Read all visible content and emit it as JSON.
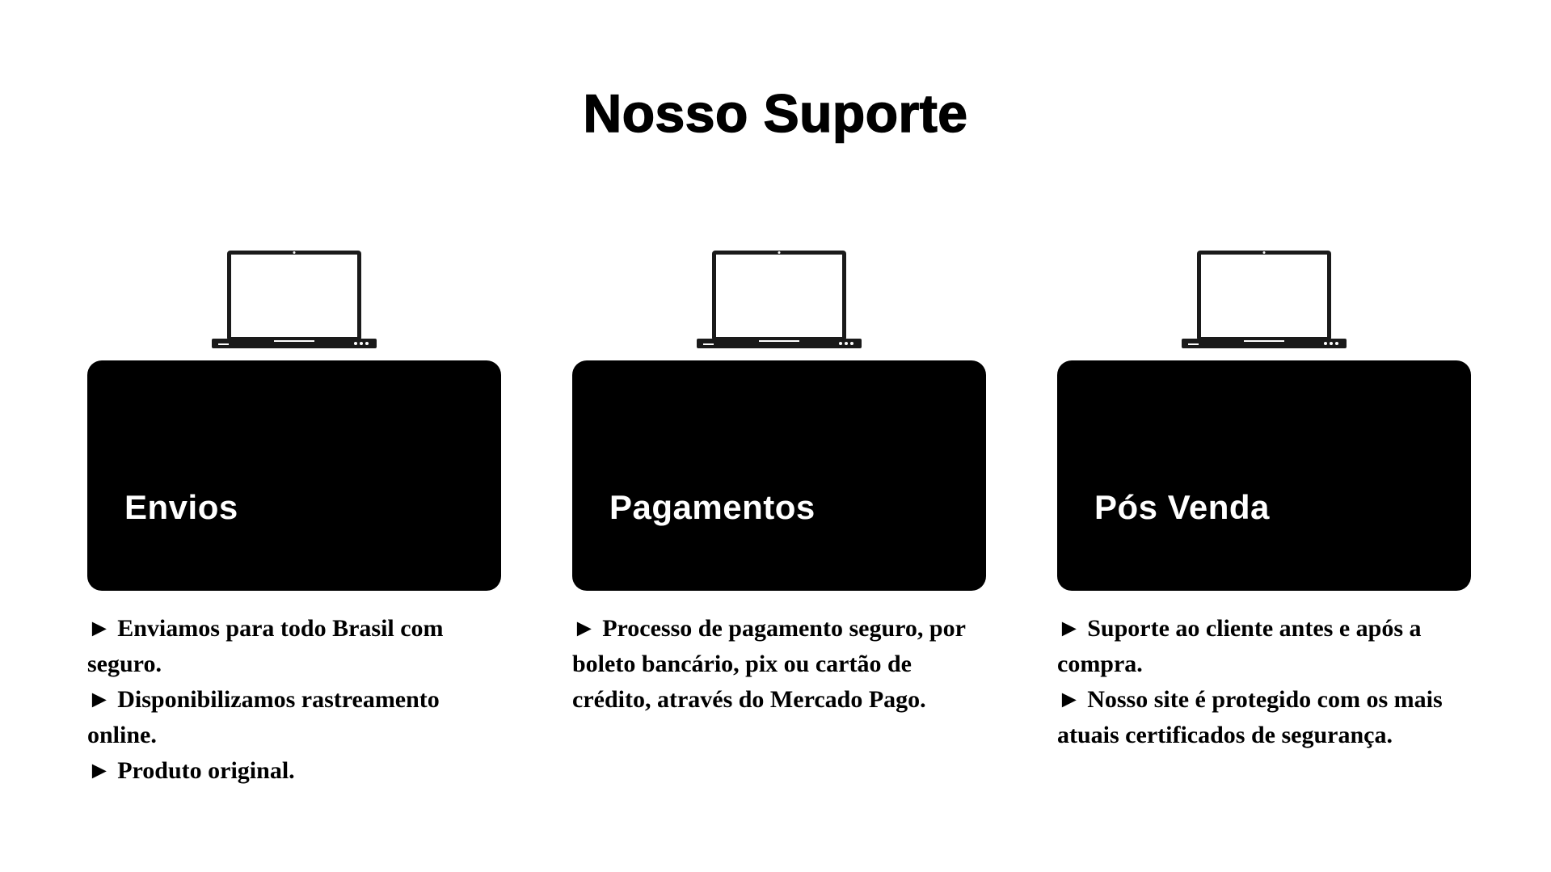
{
  "title": "Nosso Suporte",
  "bullet": "► ",
  "sections": [
    {
      "icon": "laptop-icon",
      "label": "Envios",
      "items": [
        "Enviamos para todo Brasil com seguro.",
        "Disponibilizamos rastreamento online.",
        "Produto original."
      ]
    },
    {
      "icon": "laptop-icon",
      "label": "Pagamentos",
      "items": [
        "Processo de pagamento seguro, por boleto bancário, pix ou cartão de crédito, através do Mercado Pago."
      ]
    },
    {
      "icon": "laptop-icon",
      "label": "Pós Venda",
      "items": [
        "Suporte ao cliente antes e após a compra.",
        "Nosso site é protegido com os mais atuais certificados de segurança."
      ]
    }
  ]
}
